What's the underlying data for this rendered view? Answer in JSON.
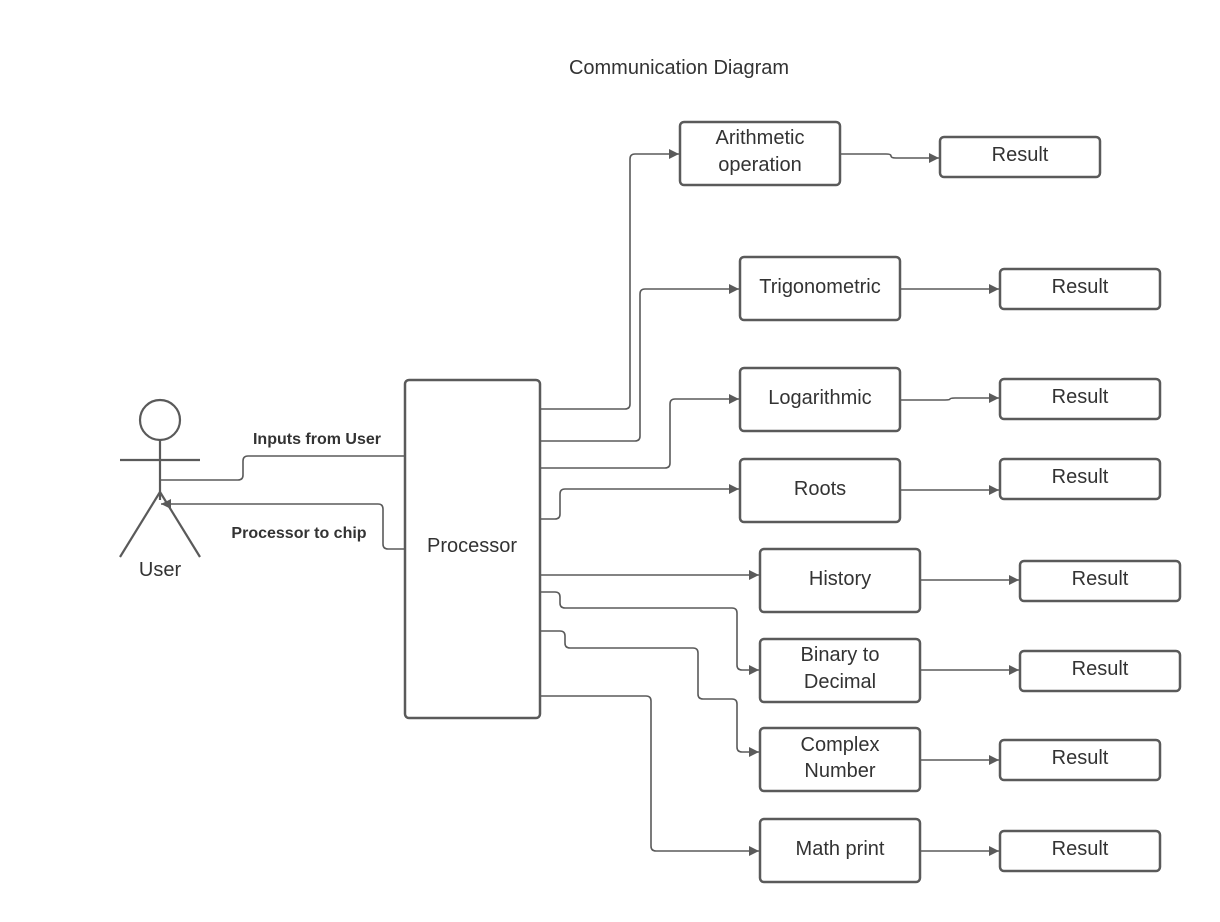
{
  "title": "Communication Diagram",
  "actor": {
    "label": "User"
  },
  "processor": {
    "label": "Processor"
  },
  "edges": {
    "user_to_processor": "Inputs from User",
    "processor_to_user": "Processor to chip"
  },
  "operations": [
    {
      "lines": [
        "Arithmetic",
        "operation"
      ],
      "result": "Result"
    },
    {
      "lines": [
        "Trigonometric"
      ],
      "result": "Result"
    },
    {
      "lines": [
        "Logarithmic"
      ],
      "result": "Result"
    },
    {
      "lines": [
        "Roots"
      ],
      "result": "Result"
    },
    {
      "lines": [
        "History"
      ],
      "result": "Result"
    },
    {
      "lines": [
        "Binary to",
        "Decimal"
      ],
      "result": "Result"
    },
    {
      "lines": [
        "Complex",
        "Number"
      ],
      "result": "Result"
    },
    {
      "lines": [
        "Math print"
      ],
      "result": "Result"
    }
  ],
  "colors": {
    "stroke": "#5a5a5a",
    "text": "#333333",
    "background": "#ffffff"
  }
}
